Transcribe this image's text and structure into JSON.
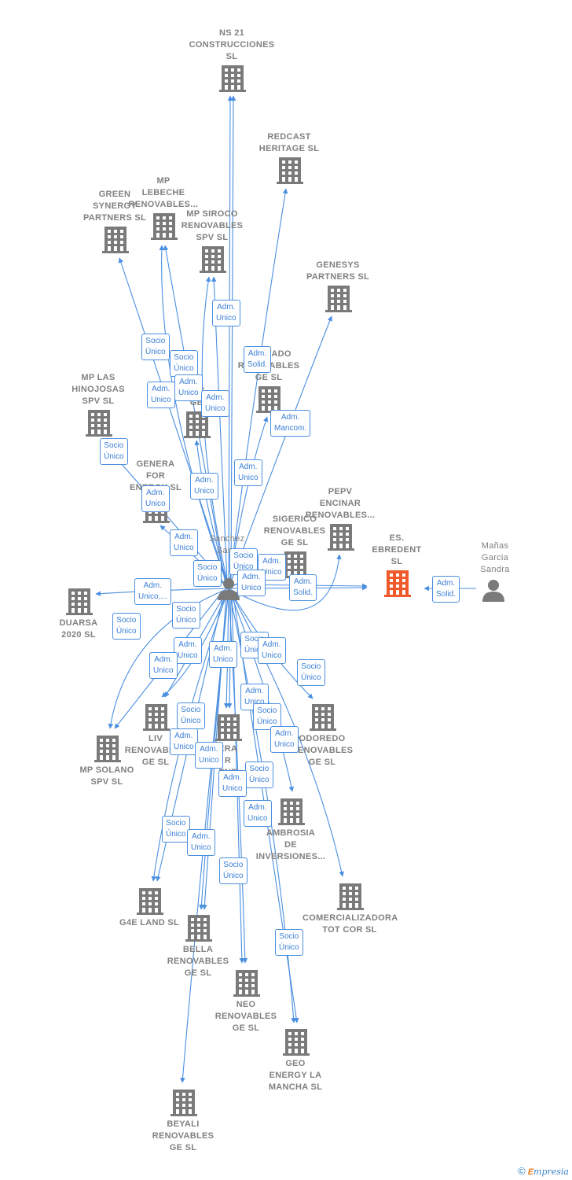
{
  "colors": {
    "edge": "#4a8fe0",
    "company": "#7a7a7a",
    "focus": "#f0592a",
    "person": "#7a7a7a",
    "label": "#808080",
    "tag_text": "#3b7fd6"
  },
  "center_person": {
    "lines": [
      "Sanchez",
      "Sanc"
    ]
  },
  "nodes": [
    {
      "id": "ns21",
      "type": "company",
      "lines": [
        "NS 21",
        "CONSTRUCCIONES",
        "SL"
      ]
    },
    {
      "id": "redcast",
      "type": "company",
      "lines": [
        "REDCAST",
        "HERITAGE  SL"
      ]
    },
    {
      "id": "green",
      "type": "company",
      "lines": [
        "GREEN",
        "SYNERGY",
        "PARTNERS  SL"
      ]
    },
    {
      "id": "lebeche",
      "type": "company",
      "lines": [
        "MP",
        "LEBECHE",
        "RENOVABLES..."
      ]
    },
    {
      "id": "siroco",
      "type": "company",
      "lines": [
        "MP SIROCO",
        "RENOVABLES",
        "SPV  SL"
      ]
    },
    {
      "id": "genesys",
      "type": "company",
      "lines": [
        "GENESYS",
        "PARTNERS  SL"
      ]
    },
    {
      "id": "tornado",
      "type": "company",
      "lines": [
        "TORNADO",
        "RENOVABLES",
        "GE  SL"
      ]
    },
    {
      "id": "hinojosas",
      "type": "company",
      "lines": [
        "MP LAS",
        "HINOJOSAS",
        "SPV  SL"
      ]
    },
    {
      "id": "les",
      "type": "company",
      "lines": [
        "LES",
        "GE"
      ]
    },
    {
      "id": "genera",
      "type": "company",
      "lines": [
        "GENERA",
        "FOR",
        "ENERGY  SL"
      ]
    },
    {
      "id": "pepv",
      "type": "company",
      "lines": [
        "PEPV",
        "ENCINAR",
        "RENOVABLES..."
      ]
    },
    {
      "id": "sigerico",
      "type": "company",
      "lines": [
        "SIGERICO",
        "RENOVABLES",
        "GE  SL"
      ]
    },
    {
      "id": "ebredent",
      "type": "focus",
      "lines": [
        "ES.",
        "EBREDENT",
        "SL"
      ]
    },
    {
      "id": "manas",
      "type": "person",
      "lines": [
        "Mañas",
        "Garcia",
        "Sandra"
      ]
    },
    {
      "id": "duarsa",
      "type": "company",
      "lines": [
        "DUARSA",
        "2020  SL"
      ]
    },
    {
      "id": "liv",
      "type": "company",
      "lines": [
        "LIV",
        "RENOVABLES",
        "GE  SL"
      ]
    },
    {
      "id": "solano",
      "type": "company",
      "lines": [
        "MP SOLANO",
        "SPV  SL"
      ]
    },
    {
      "id": "cera",
      "type": "company",
      "lines": [
        "ERA",
        "R",
        "ENE"
      ]
    },
    {
      "id": "odoredo",
      "type": "company",
      "lines": [
        "ODOREDO",
        "RENOVABLES",
        "GE  SL"
      ]
    },
    {
      "id": "ambrosia",
      "type": "company",
      "lines": [
        "AMBROSIA",
        "DE",
        "INVERSIONES..."
      ]
    },
    {
      "id": "g4e",
      "type": "company",
      "lines": [
        "G4E LAND  SL"
      ]
    },
    {
      "id": "comercializadora",
      "type": "company",
      "lines": [
        "COMERCIALIZADORA",
        "TOT COR  SL"
      ]
    },
    {
      "id": "bella",
      "type": "company",
      "lines": [
        "BELLA",
        "RENOVABLES",
        "GE  SL"
      ]
    },
    {
      "id": "neo",
      "type": "company",
      "lines": [
        "NEO",
        "RENOVABLES",
        "GE  SL"
      ]
    },
    {
      "id": "geo",
      "type": "company",
      "lines": [
        "GEO",
        "ENERGY LA",
        "MANCHA  SL"
      ]
    },
    {
      "id": "beyali",
      "type": "company",
      "lines": [
        "BEYALI",
        "RENOVABLES",
        "GE  SL"
      ]
    }
  ],
  "tags": [
    {
      "id": "t1",
      "lines": [
        "Adm.",
        "Unico"
      ]
    },
    {
      "id": "t2",
      "lines": [
        "Socio",
        "Único"
      ]
    },
    {
      "id": "t3",
      "lines": [
        "Socio",
        "Único"
      ]
    },
    {
      "id": "t4",
      "lines": [
        "Adm.",
        "Solid."
      ]
    },
    {
      "id": "t5",
      "lines": [
        "Adm.",
        "Unico"
      ]
    },
    {
      "id": "t6",
      "lines": [
        "Adm.",
        "Unico"
      ]
    },
    {
      "id": "t7",
      "lines": [
        "Adm.",
        "Unico"
      ]
    },
    {
      "id": "t8",
      "lines": [
        "Adm.",
        "Mancom."
      ]
    },
    {
      "id": "t9",
      "lines": [
        "Socio",
        "Único"
      ]
    },
    {
      "id": "t10",
      "lines": [
        "Adm.",
        "Unico"
      ]
    },
    {
      "id": "t11",
      "lines": [
        "Adm.",
        "Unico"
      ]
    },
    {
      "id": "t12",
      "lines": [
        "Adm.",
        "Unico"
      ]
    },
    {
      "id": "t13",
      "lines": [
        "Adm.",
        "Unico"
      ]
    },
    {
      "id": "t14",
      "lines": [
        "Socio",
        "Único"
      ]
    },
    {
      "id": "t15",
      "lines": [
        "Socio",
        "Único"
      ]
    },
    {
      "id": "t16",
      "lines": [
        "Adm.",
        "Unico"
      ]
    },
    {
      "id": "t17",
      "lines": [
        "Adm.",
        "Unico"
      ]
    },
    {
      "id": "t18",
      "lines": [
        "Adm.",
        "Solid."
      ]
    },
    {
      "id": "t19",
      "lines": [
        "Adm.",
        "Solid."
      ]
    },
    {
      "id": "t20",
      "lines": [
        "Adm.",
        "Unico,..."
      ]
    },
    {
      "id": "t21",
      "lines": [
        "Socio",
        "Único"
      ]
    },
    {
      "id": "t22",
      "lines": [
        "Socio",
        "Único"
      ]
    },
    {
      "id": "t23",
      "lines": [
        "Adm.",
        "Unico"
      ]
    },
    {
      "id": "t24",
      "lines": [
        "Adm.",
        "Unico"
      ]
    },
    {
      "id": "t25",
      "lines": [
        "Adm.",
        "Unico"
      ]
    },
    {
      "id": "t26",
      "lines": [
        "Socio",
        "Único"
      ]
    },
    {
      "id": "t27",
      "lines": [
        "Adm.",
        "Unico"
      ]
    },
    {
      "id": "t28",
      "lines": [
        "Socio",
        "Único"
      ]
    },
    {
      "id": "t29",
      "lines": [
        "Adm.",
        "Unico"
      ]
    },
    {
      "id": "t30",
      "lines": [
        "Socio",
        "Único"
      ]
    },
    {
      "id": "t31",
      "lines": [
        "Socio",
        "Único"
      ]
    },
    {
      "id": "t32",
      "lines": [
        "Adm.",
        "Unico"
      ]
    },
    {
      "id": "t33",
      "lines": [
        "Adm.",
        "Unico"
      ]
    },
    {
      "id": "t34",
      "lines": [
        "Adm.",
        "Unico"
      ]
    },
    {
      "id": "t35",
      "lines": [
        "Socio",
        "Único"
      ]
    },
    {
      "id": "t36",
      "lines": [
        "Adm.",
        "Unico"
      ]
    },
    {
      "id": "t37",
      "lines": [
        "Adm.",
        "Unico"
      ]
    },
    {
      "id": "t38",
      "lines": [
        "Socio",
        "Único"
      ]
    },
    {
      "id": "t39",
      "lines": [
        "Adm.",
        "Unico"
      ]
    },
    {
      "id": "t40",
      "lines": [
        "Socio",
        "Único"
      ]
    },
    {
      "id": "t41",
      "lines": [
        "Socio",
        "Único"
      ]
    }
  ],
  "footer": {
    "copyright": "©",
    "brand_e": "E",
    "brand_rest": "mpresia"
  }
}
